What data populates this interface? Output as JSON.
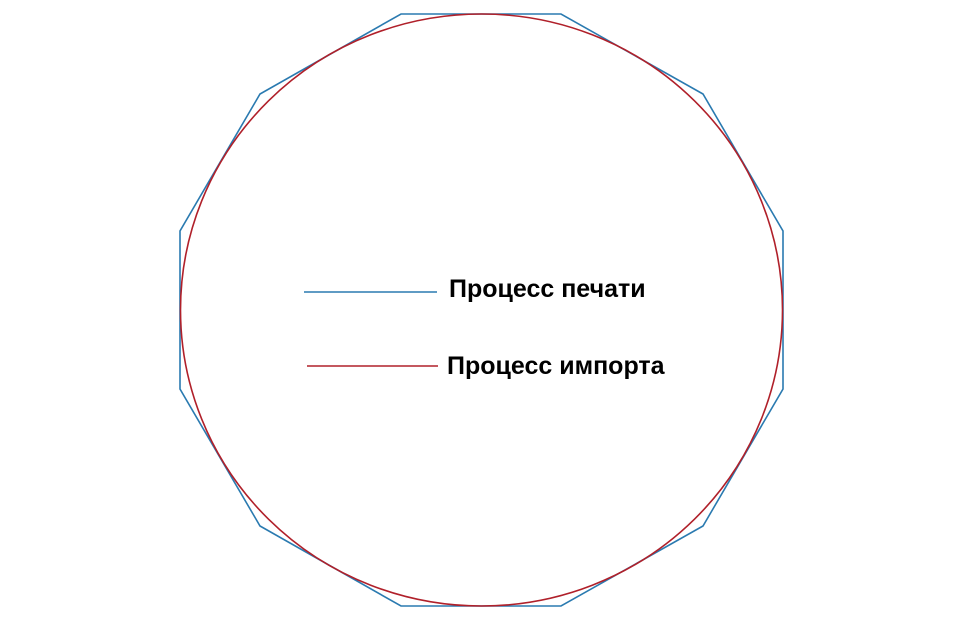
{
  "colors": {
    "background": "#ffffff",
    "print_process": "#2a7ab0",
    "import_process": "#b0202a",
    "text": "#000000"
  },
  "legend": {
    "print_process_label": "Процесс печати",
    "import_process_label": "Процесс импорта"
  },
  "shapes": {
    "print_process_shape": "regular dodecagon",
    "import_process_shape": "circle"
  }
}
